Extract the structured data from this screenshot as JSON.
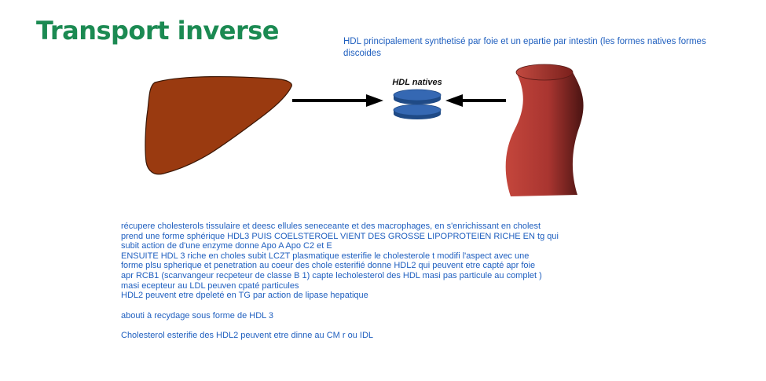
{
  "slide": {
    "title": "Transport inverse",
    "intro": "HDL principalement synthetisé par foie et un epartie par intestin (les formes natives formes discoides"
  },
  "diagram": {
    "hdl_label": "HDL natives",
    "colors": {
      "liver": "#9a3a10",
      "vessel": "#b8403a",
      "hdl_disc": "#2a5aa0",
      "arrow": "#000000",
      "title": "#1b8a52",
      "text": "#1f5fbf"
    }
  },
  "notes": {
    "lines": [
      "récupere cholesterols tissulaire et deesc ellules seneceante et des macrophages, en s'enrichissant en cholest",
      "prend une forme sphérique HDL3 PUIS COELSTEROEL VIENT DES GROSSE LIPOPROTEIEN RICHE EN tg qui",
      "subit action de d'une enzyme donne Apo A Apo C2 et E",
      "ENSUITE HDL 3 riche en choles subit LCZT plasmatique esterifie le cholesterole t modifi l'aspect avec une",
      "forme plsu spherique et penetration au coeur des chole esterifié donne HDL2 qui peuvent etre capté apr foie",
      "apr RCB1 (scanvangeur recpeteur de classe B 1) capte lecholesterol des HDL masi pas particule au complet )",
      "masi ecepteur au LDL peuven cpaté particules",
      "HDL2 peuvent etre dpeleté en TG par action de lipase hepatique"
    ],
    "recycle": "abouti à recydage sous forme de HDL 3",
    "cm": "Cholesterol esterifie des HDL2 peuvent etre dinne au CM r ou IDL"
  }
}
